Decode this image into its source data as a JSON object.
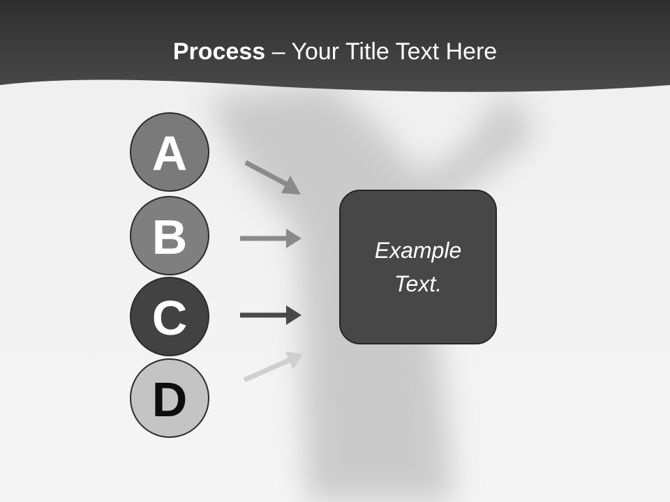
{
  "slide": {
    "title_bold": "Process",
    "title_rest": " – Your Title Text Here"
  },
  "diagram": {
    "steps": [
      {
        "letter": "A",
        "fill": "#7a7a7a"
      },
      {
        "letter": "B",
        "fill": "#7f7f7f"
      },
      {
        "letter": "C",
        "fill": "#424242"
      },
      {
        "letter": "D",
        "fill": "#c4c4c4"
      }
    ],
    "arrow_colors": [
      "#8a8a8a",
      "#8a8a8a",
      "#484848",
      "#cfcfcf"
    ],
    "target_box": {
      "text_line1": "Example",
      "text_line2": "Text."
    }
  },
  "colors": {
    "header": "#3d3d3d",
    "background": "#f1f1f1"
  }
}
